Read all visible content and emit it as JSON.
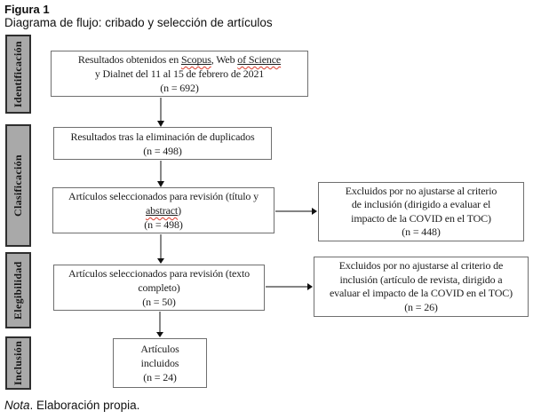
{
  "header": {
    "figure_label": "Figura 1",
    "figure_title": "Diagrama de flujo: cribado y selección de artículos"
  },
  "sidebar": {
    "stages": [
      {
        "label": "Identificación"
      },
      {
        "label": "Clasificación"
      },
      {
        "label": "Elegibilidad"
      },
      {
        "label": "Inclusión"
      }
    ]
  },
  "flow": {
    "identification_box": {
      "line1_pre": "Resultados obtenidos en ",
      "source1": "Scopus",
      "line1_mid": ", Web ",
      "source2": "of Science",
      "line2": "y Dialnet del 11 al 15 de febrero de 2021",
      "count": "(n = 692)"
    },
    "dedup_box": {
      "lines": [
        "Resultados tras la eliminación de duplicados",
        "(n = 498)"
      ]
    },
    "screening_box": {
      "line1": "Artículos seleccionados para revisión (título y",
      "abstract_word": "abstract",
      "line2_suffix": ")",
      "count": "(n = 498)"
    },
    "eligibility_box": {
      "lines": [
        "Artículos seleccionados para revisión (texto",
        "completo)",
        "(n = 50)"
      ]
    },
    "included_box": {
      "lines": [
        "Artículos",
        "incluidos",
        "(n = 24)"
      ]
    },
    "excluded_box_1": {
      "lines": [
        "Excluidos por no ajustarse al criterio",
        "de inclusión (dirigido a evaluar el",
        "impacto de la COVID en el TOC)",
        "(n = 448)"
      ]
    },
    "excluded_box_2": {
      "lines": [
        "Excluidos por no ajustarse al criterio de",
        "inclusión (artículo de revista, dirigido a",
        "evaluar el impacto de la COVID en el TOC)",
        "(n = 26)"
      ]
    }
  },
  "footnote": {
    "nota_label": "Nota",
    "nota_rest": ". Elaboración propia."
  },
  "colors": {
    "stage_fill": "#a9a9a9",
    "stage_border": "#2e2e2e",
    "box_border": "#6f6f6f",
    "arrow": "#333333",
    "spellcheck_red": "#d93a2b"
  }
}
